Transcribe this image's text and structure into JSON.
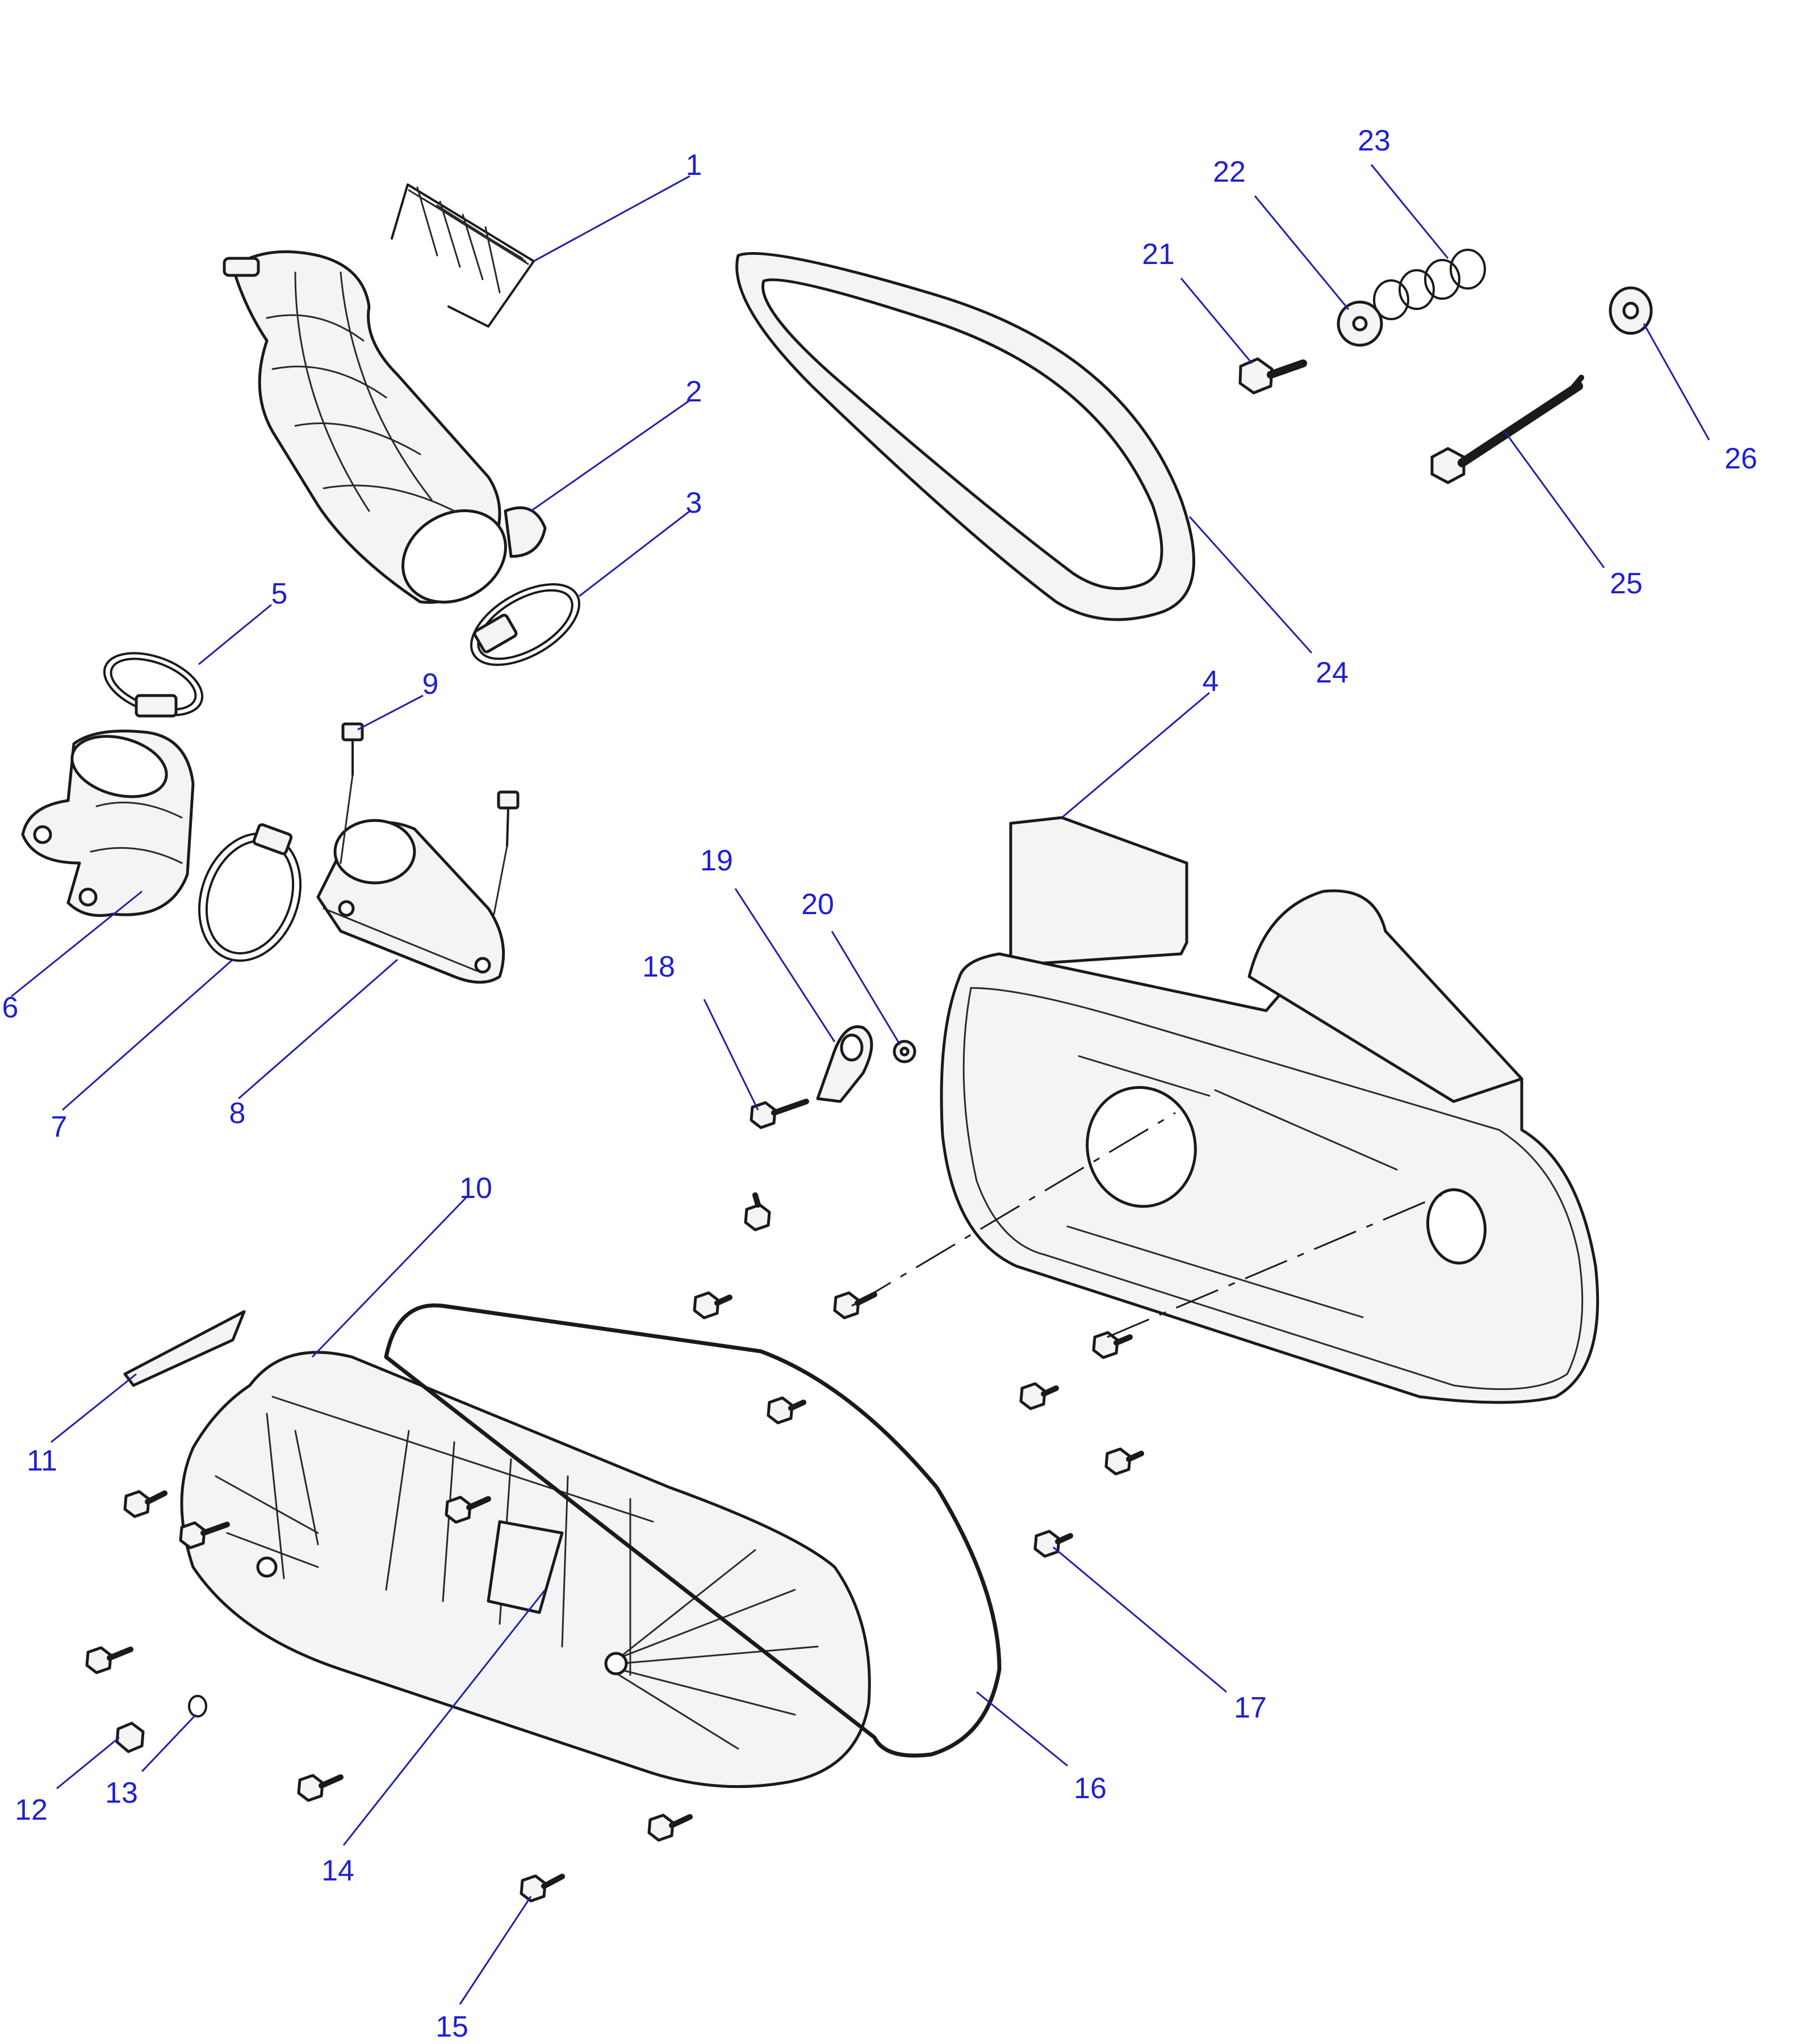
{
  "diagram": {
    "callouts": [
      {
        "label": "1"
      },
      {
        "label": "2"
      },
      {
        "label": "3"
      },
      {
        "label": "4"
      },
      {
        "label": "5"
      },
      {
        "label": "6"
      },
      {
        "label": "7"
      },
      {
        "label": "8"
      },
      {
        "label": "9"
      },
      {
        "label": "10"
      },
      {
        "label": "11"
      },
      {
        "label": "12"
      },
      {
        "label": "13"
      },
      {
        "label": "14"
      },
      {
        "label": "15"
      },
      {
        "label": "16"
      },
      {
        "label": "17"
      },
      {
        "label": "18"
      },
      {
        "label": "19"
      },
      {
        "label": "20"
      },
      {
        "label": "21"
      },
      {
        "label": "22"
      },
      {
        "label": "23"
      },
      {
        "label": "24"
      },
      {
        "label": "25"
      },
      {
        "label": "26"
      }
    ],
    "colors": {
      "callout_text": "#1f1fd0",
      "leader_line": "#1f1fa8",
      "part_outline": "#1a1a1a",
      "part_fill": "#f4f4f4"
    }
  }
}
